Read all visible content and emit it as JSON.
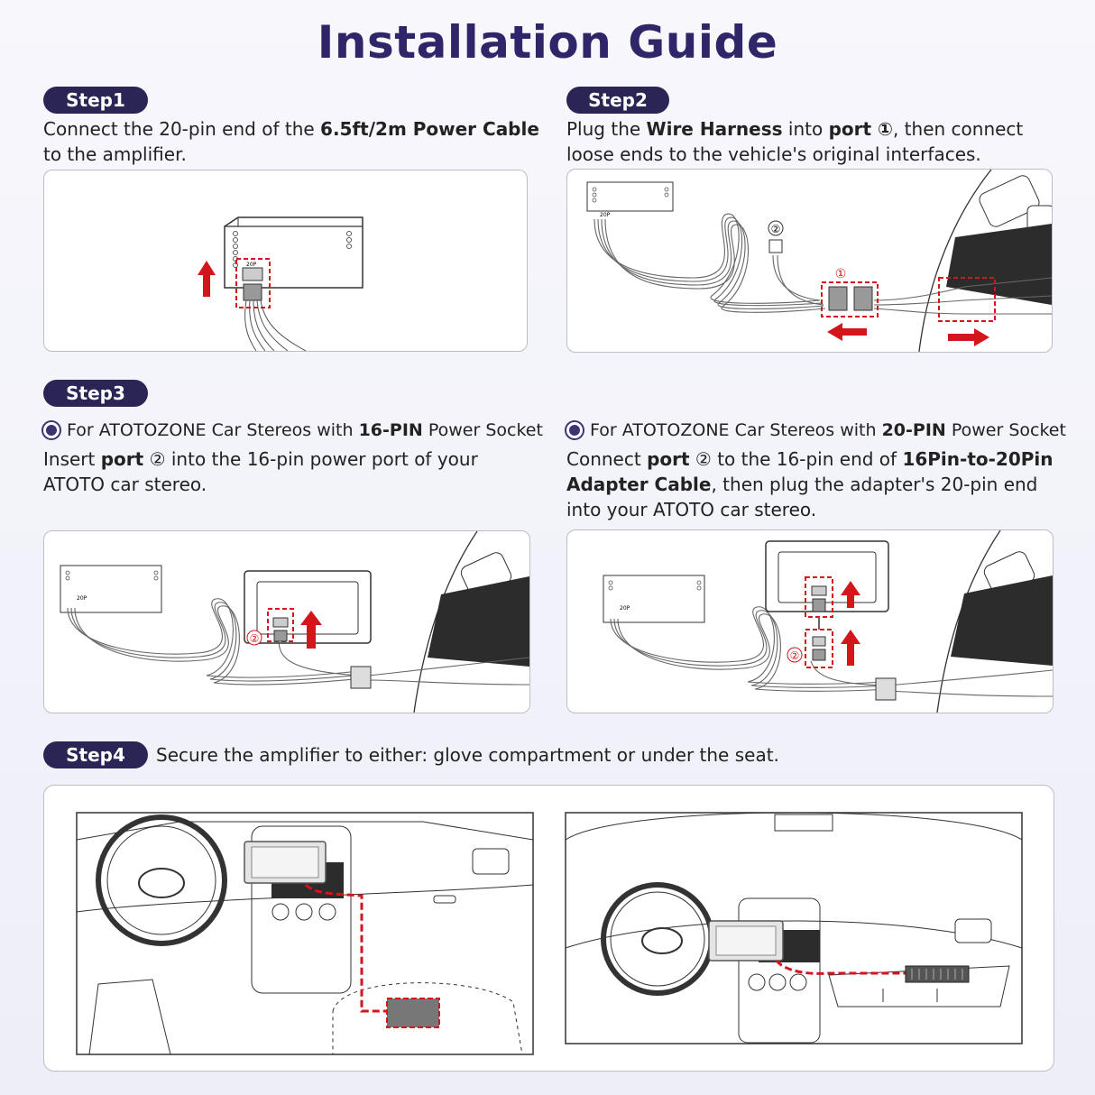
{
  "title": "Installation Guide",
  "step1": {
    "label": "Step1",
    "text_a": "Connect the 20-pin end of the ",
    "text_b": "6.5ft/2m Power Cable",
    "text_c": " to the amplifier.",
    "amp_label": "20P"
  },
  "step2": {
    "label": "Step2",
    "text_a": "Plug the ",
    "text_b": "Wire Harness",
    "text_c": " into ",
    "text_d": "port ①",
    "text_e": ", then connect loose ends to the vehicle's original interfaces.",
    "marker_1": "①",
    "marker_2": "②",
    "amp_label": "20P"
  },
  "step3": {
    "label": "Step3",
    "left": {
      "heading_a": "For ATOTOZONE Car Stereos with ",
      "heading_b": "16-PIN",
      "heading_c": " Power Socket",
      "text_a": "Insert ",
      "text_b": "port",
      "text_c": " ② into the 16-pin power port of your ATOTO car stereo.",
      "marker": "②",
      "amp_label": "20P"
    },
    "right": {
      "heading_a": "For ATOTOZONE Car Stereos with ",
      "heading_b": "20-PIN",
      "heading_c": " Power Socket",
      "text_a": "Connect ",
      "text_b": "port",
      "text_c": " ② to the 16-pin end of ",
      "text_d": "16Pin-to-20Pin Adapter Cable",
      "text_e": ", then plug the adapter's 20-pin end into your ATOTO car stereo.",
      "marker": "②",
      "amp_label": "20P"
    }
  },
  "step4": {
    "label": "Step4",
    "text": "Secure the amplifier to either: glove compartment or under the seat."
  },
  "colors": {
    "accent": "#2a2555",
    "title": "#2e2668",
    "highlight": "#d4151b"
  }
}
